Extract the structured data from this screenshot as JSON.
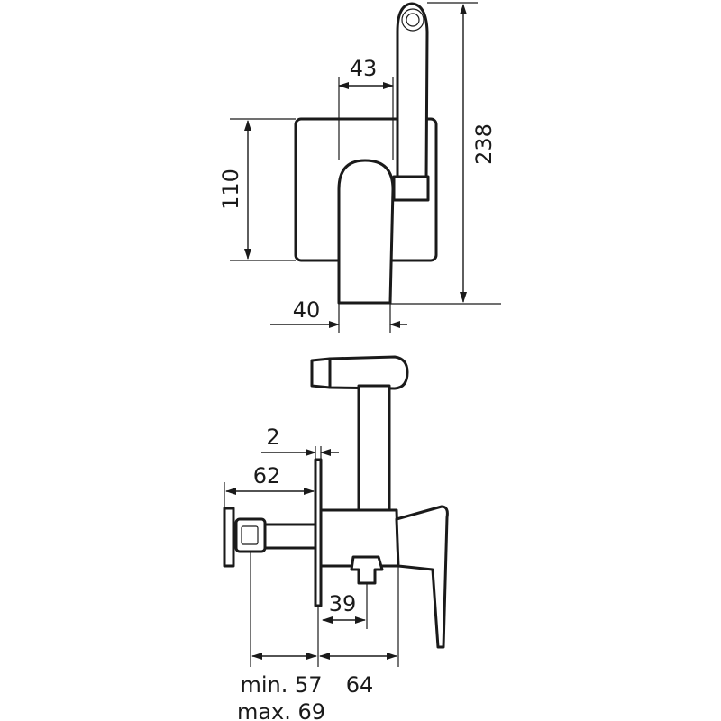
{
  "colors": {
    "line": "#1a1a1a",
    "background": "#ffffff"
  },
  "top_view": {
    "dim_width_top": "43",
    "dim_height_plate": "110",
    "dim_height_total": "238",
    "dim_width_bottom": "40"
  },
  "side_view": {
    "dim_plate_thickness": "2",
    "dim_depth_rear": "62",
    "dim_spout_offset": "39",
    "dim_wall_min": "min. 57",
    "dim_wall_max": "max. 69",
    "dim_front_depth": "64"
  }
}
